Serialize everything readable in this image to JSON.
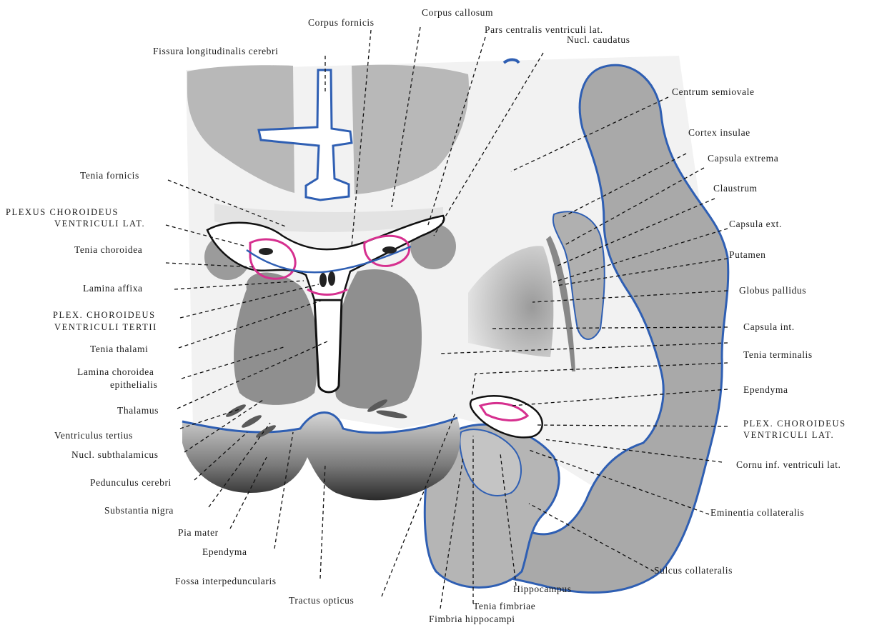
{
  "labels": {
    "fissura_longitudinalis": "Fissura longitudinalis cerebri",
    "corpus_fornicis": "Corpus fornicis",
    "corpus_callosum": "Corpus callosum",
    "pars_centralis": "Pars centralis ventriculi lat.",
    "nucl_caudatus": "Nucl. caudatus",
    "centrum_semiovale": "Centrum semiovale",
    "cortex_insulae": "Cortex insulae",
    "capsula_extrema": "Capsula extrema",
    "claustrum": "Claustrum",
    "capsula_ext": "Capsula ext.",
    "putamen": "Putamen",
    "globus_pallidus": "Globus pallidus",
    "capsula_int": "Capsula int.",
    "tenia_terminalis": "Tenia terminalis",
    "ependyma_right": "Ependyma",
    "plexus_lat_right_1": "PLEX. CHOROIDEUS",
    "plexus_lat_right_2": "VENTRICULI LAT.",
    "cornu_inf": "Cornu inf. ventriculi lat.",
    "eminentia_collateralis": "Eminentia collateralis",
    "sulcus_collateralis": "Sulcus collateralis",
    "hippocampus": "Hippocampus",
    "tenia_fimbriae": "Tenia fimbriae",
    "fimbria_hippocampi": "Fimbria hippocampi",
    "tractus_opticus": "Tractus opticus",
    "fossa_interpeduncularis": "Fossa interpeduncularis",
    "ependyma_left": "Ependyma",
    "pia_mater": "Pia mater",
    "substantia_nigra": "Substantia nigra",
    "pedunculus_cerebri": "Pedunculus cerebri",
    "nucl_subthalamicus": "Nucl. subthalamicus",
    "ventriculus_tertius": "Ventriculus tertius",
    "thalamus": "Thalamus",
    "lamina_choroidea_1": "Lamina choroidea",
    "lamina_choroidea_2": "epithelialis",
    "tenia_thalami": "Tenia thalami",
    "plexus_tertii_1": "PLEX. CHOROIDEUS",
    "plexus_tertii_2": "VENTRICULI TERTII",
    "lamina_affixa": "Lamina affixa",
    "tenia_choroidea": "Tenia choroidea",
    "plexus_lat_left_1": "PLEXUS CHOROIDEUS",
    "plexus_lat_left_2": "VENTRICULI LAT.",
    "tenia_fornicis": "Tenia fornicis"
  },
  "colors": {
    "pia_line": "#2f5fb3",
    "choroid_plexus": "#d6308f",
    "gray_matter": "#a9a9a9",
    "white_matter": "#f2f2f2",
    "deep_nuclei": "#8f8f8f"
  }
}
